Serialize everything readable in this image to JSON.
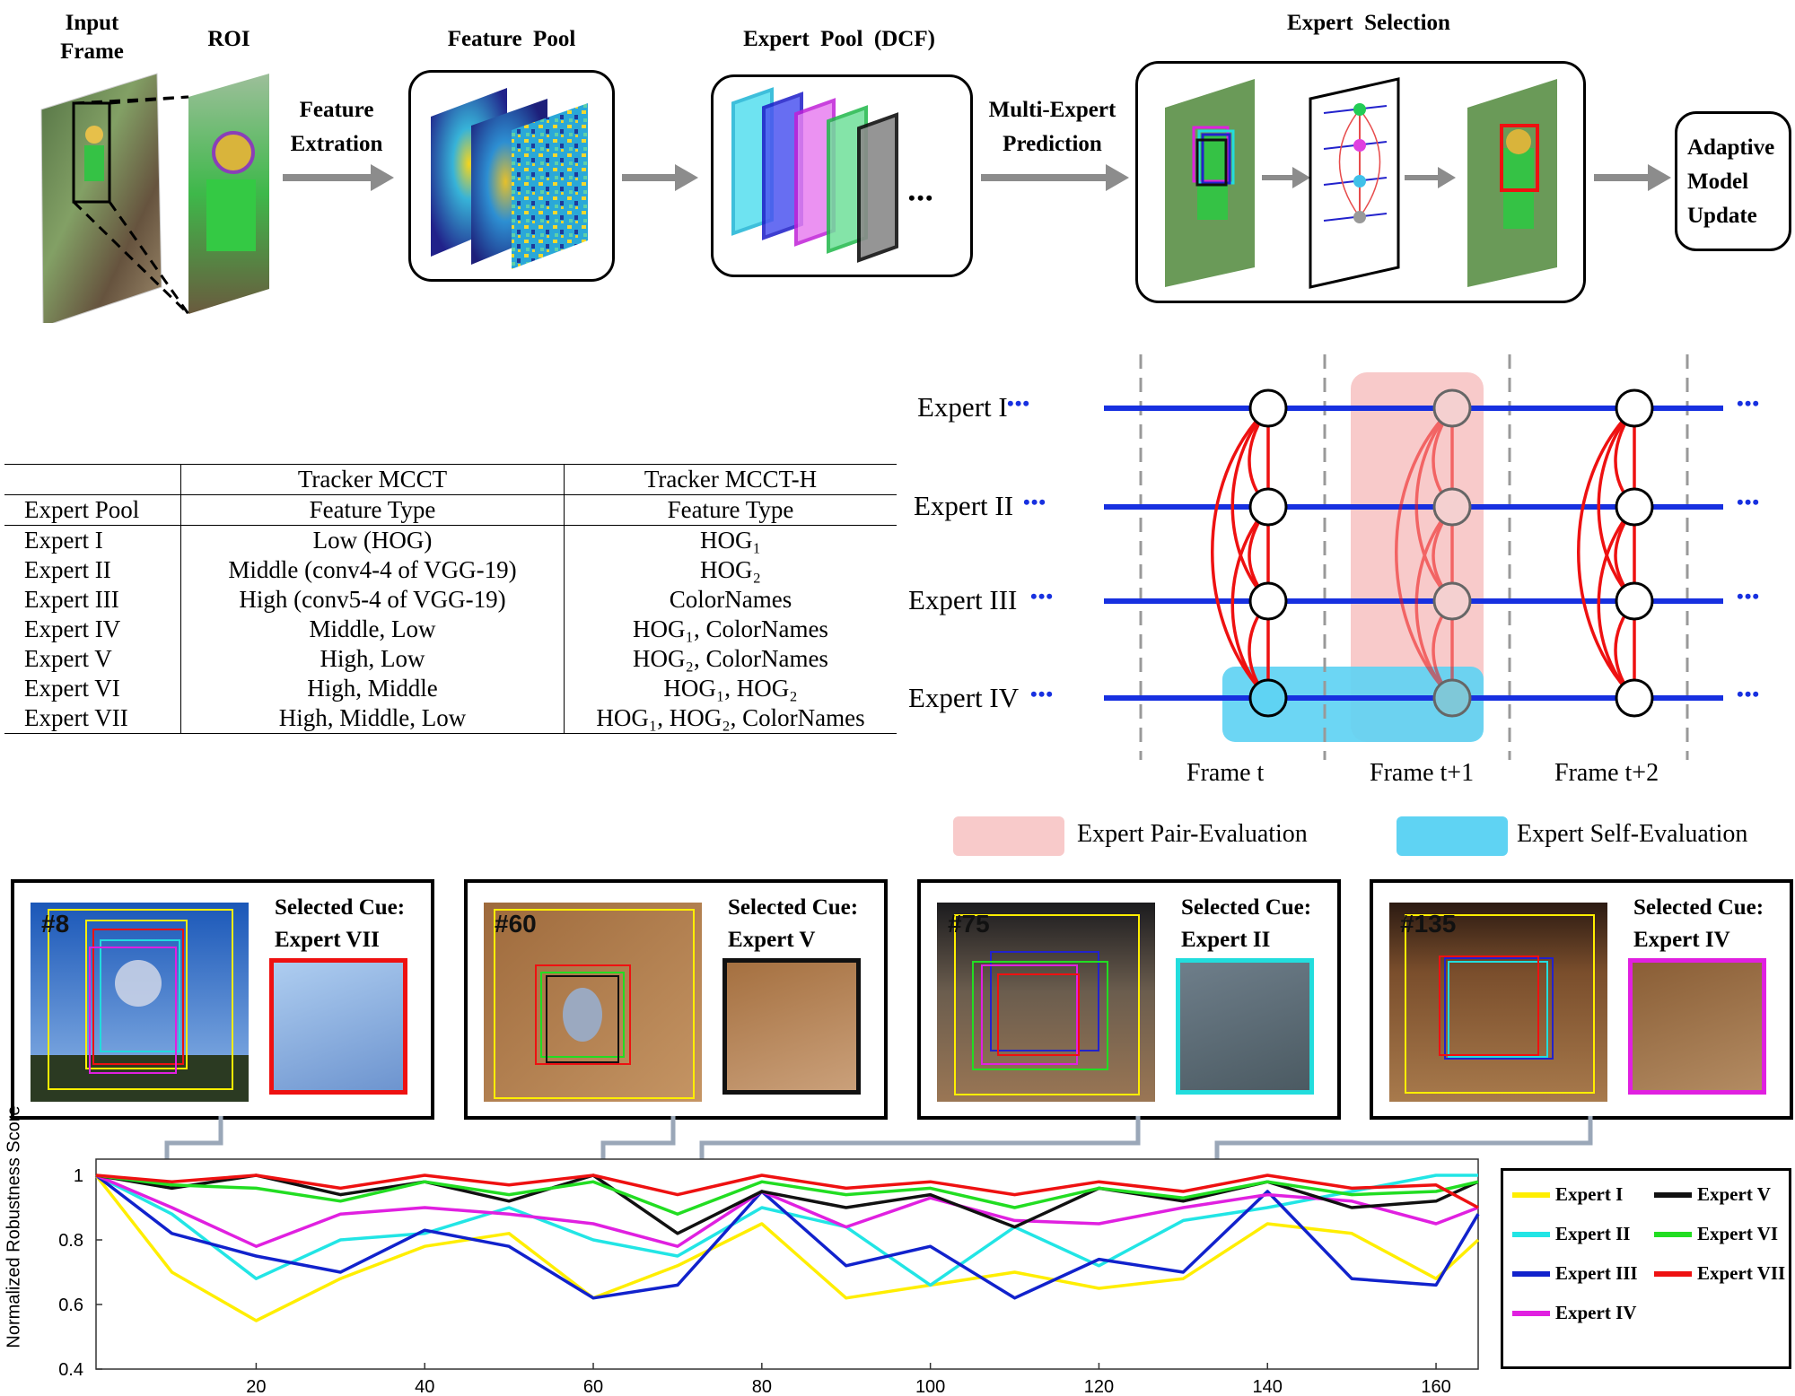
{
  "pipeline": {
    "input_frame": "Input\nFrame",
    "roi": "ROI",
    "feature_extraction": "Feature\nExtration",
    "feature_pool": "Feature  Pool",
    "expert_pool": "Expert  Pool  (DCF)",
    "ellipsis": "•••",
    "multi_expert": "Multi-Expert\nPrediction",
    "expert_selection": "Expert  Selection",
    "adaptive": "Adaptive\nModel\nUpdate"
  },
  "table": {
    "header1": [
      "",
      "Tracker MCCT",
      "Tracker MCCT-H"
    ],
    "header2": [
      "Expert Pool",
      "Feature Type",
      "Feature Type"
    ],
    "rows": [
      [
        "Expert I",
        "Low (HOG)",
        "HOG₁"
      ],
      [
        "Expert II",
        "Middle (conv4-4 of VGG-19)",
        "HOG₂"
      ],
      [
        "Expert III",
        "High (conv5-4 of VGG-19)",
        "ColorNames"
      ],
      [
        "Expert IV",
        "Middle, Low",
        "HOG₁, ColorNames"
      ],
      [
        "Expert V",
        "High, Low",
        "HOG₂, ColorNames"
      ],
      [
        "Expert VI",
        "High, Middle",
        "HOG₁, HOG₂"
      ],
      [
        "Expert VII",
        "High, Middle, Low",
        "HOG₁, HOG₂, ColorNames"
      ]
    ]
  },
  "graph": {
    "experts": [
      "Expert I",
      "Expert II",
      "Expert III",
      "Expert IV"
    ],
    "dots": "•••",
    "frames": [
      "Frame t",
      "Frame t+1",
      "Frame t+2"
    ],
    "legend_pair": "Expert Pair-Evaluation",
    "legend_self": "Expert Self-Evaluation",
    "color_pair": "#f8caca",
    "color_self": "#5fd3f3"
  },
  "panels": [
    {
      "frame": "#8",
      "cue": "Selected Cue:",
      "expert": "Expert VII",
      "color": "#ee1111"
    },
    {
      "frame": "#60",
      "cue": "Selected Cue:",
      "expert": "Expert V",
      "color": "#111111"
    },
    {
      "frame": "#75",
      "cue": "Selected Cue:",
      "expert": "Expert II",
      "color": "#22dddd"
    },
    {
      "frame": "#135",
      "cue": "Selected Cue:",
      "expert": "Expert IV",
      "color": "#e020e0"
    }
  ],
  "chart_data": {
    "type": "line",
    "ylabel": "Normalized Robustness Score",
    "xlabel": "",
    "xlim": [
      1,
      165
    ],
    "ylim": [
      0.4,
      1.05
    ],
    "xticks": [
      20,
      40,
      60,
      80,
      100,
      120,
      140,
      160
    ],
    "yticks": [
      0.4,
      0.6,
      0.8,
      1
    ],
    "ytick_labels": [
      "0.4",
      "0.6",
      "0.8",
      "1"
    ],
    "x": [
      1,
      10,
      20,
      30,
      40,
      50,
      60,
      70,
      80,
      90,
      100,
      110,
      120,
      130,
      140,
      150,
      160,
      165
    ],
    "series": [
      {
        "name": "Expert I",
        "color": "#ffee00",
        "values": [
          1.0,
          0.7,
          0.55,
          0.68,
          0.78,
          0.82,
          0.62,
          0.72,
          0.85,
          0.62,
          0.66,
          0.7,
          0.65,
          0.68,
          0.85,
          0.82,
          0.68,
          0.8
        ]
      },
      {
        "name": "Expert II",
        "color": "#22e5e5",
        "values": [
          1.0,
          0.88,
          0.68,
          0.8,
          0.82,
          0.9,
          0.8,
          0.75,
          0.9,
          0.84,
          0.66,
          0.84,
          0.72,
          0.86,
          0.9,
          0.95,
          1.0,
          1.0
        ]
      },
      {
        "name": "Expert III",
        "color": "#1122cc",
        "values": [
          1.0,
          0.82,
          0.75,
          0.7,
          0.83,
          0.78,
          0.62,
          0.66,
          0.95,
          0.72,
          0.78,
          0.62,
          0.74,
          0.7,
          0.95,
          0.68,
          0.66,
          0.88
        ]
      },
      {
        "name": "Expert IV",
        "color": "#e020e0",
        "values": [
          1.0,
          0.9,
          0.78,
          0.88,
          0.9,
          0.88,
          0.85,
          0.78,
          0.95,
          0.84,
          0.93,
          0.86,
          0.85,
          0.9,
          0.94,
          0.92,
          0.85,
          0.9
        ]
      },
      {
        "name": "Expert V",
        "color": "#111111",
        "values": [
          1.0,
          0.96,
          1.0,
          0.94,
          0.98,
          0.92,
          1.0,
          0.82,
          0.95,
          0.9,
          0.94,
          0.84,
          0.96,
          0.92,
          0.98,
          0.9,
          0.92,
          0.98
        ]
      },
      {
        "name": "Expert VI",
        "color": "#22dd22",
        "values": [
          1.0,
          0.97,
          0.96,
          0.92,
          0.98,
          0.94,
          0.98,
          0.88,
          0.98,
          0.94,
          0.96,
          0.9,
          0.96,
          0.93,
          0.98,
          0.94,
          0.95,
          0.98
        ]
      },
      {
        "name": "Expert VII",
        "color": "#ee1111",
        "values": [
          1.0,
          0.98,
          1.0,
          0.96,
          1.0,
          0.97,
          1.0,
          0.94,
          1.0,
          0.96,
          0.98,
          0.94,
          0.98,
          0.95,
          1.0,
          0.96,
          0.97,
          0.9
        ]
      }
    ],
    "legend_position": "right"
  }
}
